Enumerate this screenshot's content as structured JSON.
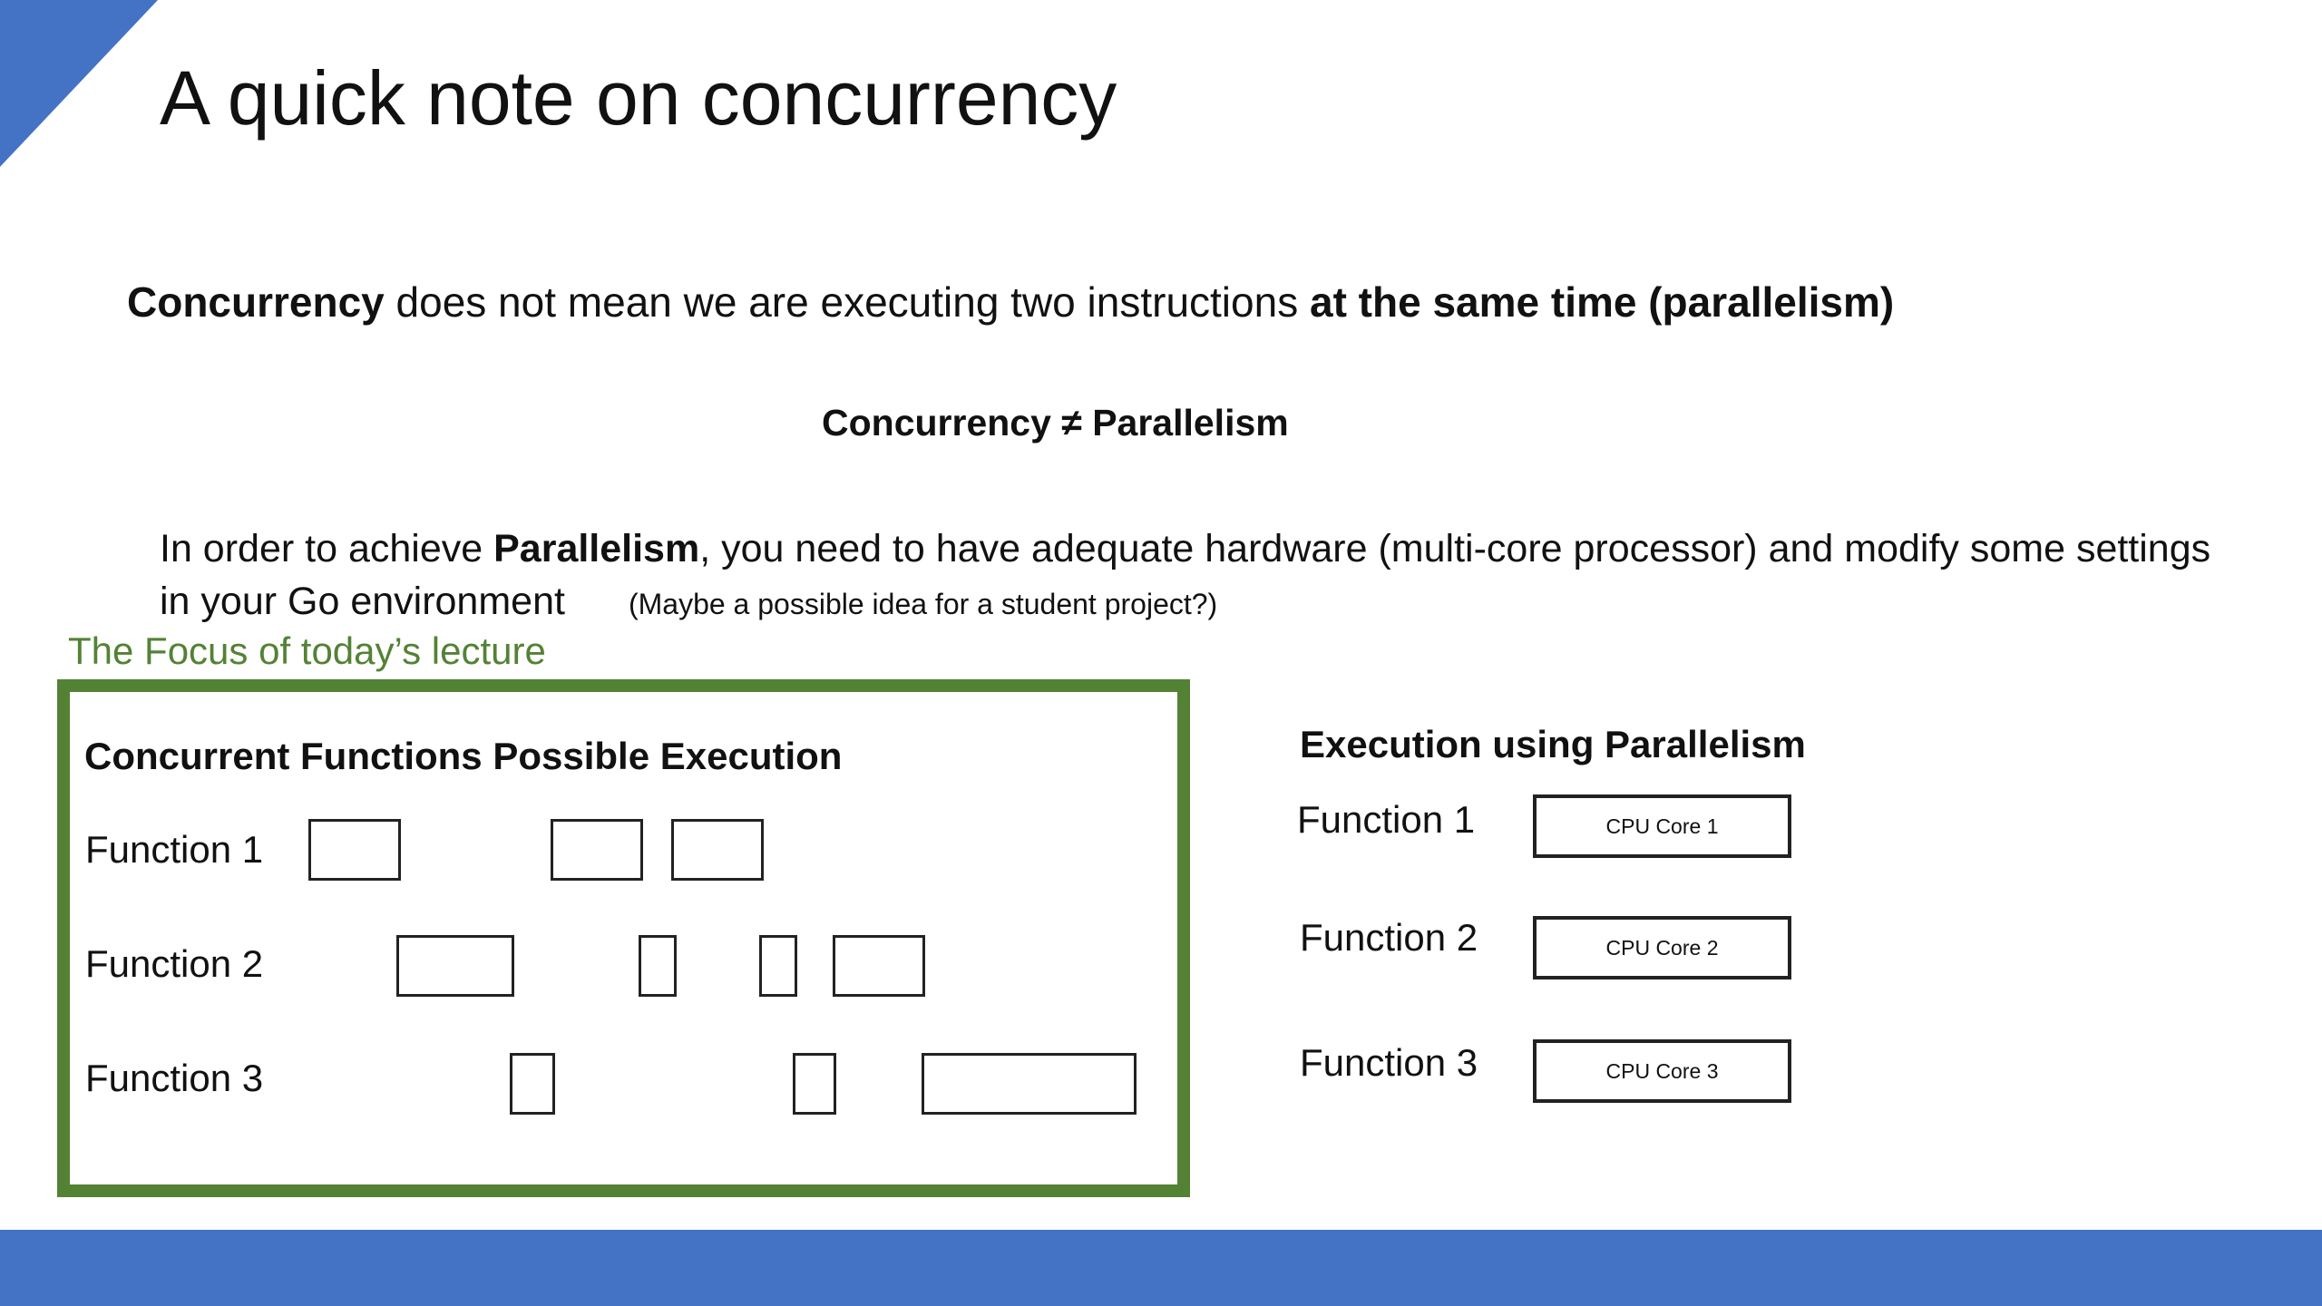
{
  "title": "A quick note on concurrency",
  "line1": {
    "part1": "Concurrency",
    "part2": " does not mean we are executing two instructions ",
    "part3": "at the same time (parallelism)"
  },
  "concurrency_neq": "Concurrency ≠ Parallelism",
  "paragraph": {
    "part1": "In order to achieve ",
    "part2": "Parallelism",
    "part3": ", you need to have adequate hardware (multi-core processor) and modify some settings in your Go environment",
    "note": "(Maybe a possible idea for a student project?)"
  },
  "focus_caption": "The Focus of today’s lecture",
  "concurrent": {
    "heading": "Concurrent Functions Possible Execution",
    "rows": [
      {
        "label": "Function 1"
      },
      {
        "label": "Function 2"
      },
      {
        "label": "Function 3"
      }
    ]
  },
  "parallel": {
    "heading": "Execution using Parallelism",
    "rows": [
      {
        "label": "Function 1",
        "core": "CPU Core 1"
      },
      {
        "label": "Function 2",
        "core": "CPU Core 2"
      },
      {
        "label": "Function 3",
        "core": "CPU Core 3"
      }
    ]
  },
  "colors": {
    "accent_blue": "#4472c4",
    "focus_green": "#548235"
  }
}
